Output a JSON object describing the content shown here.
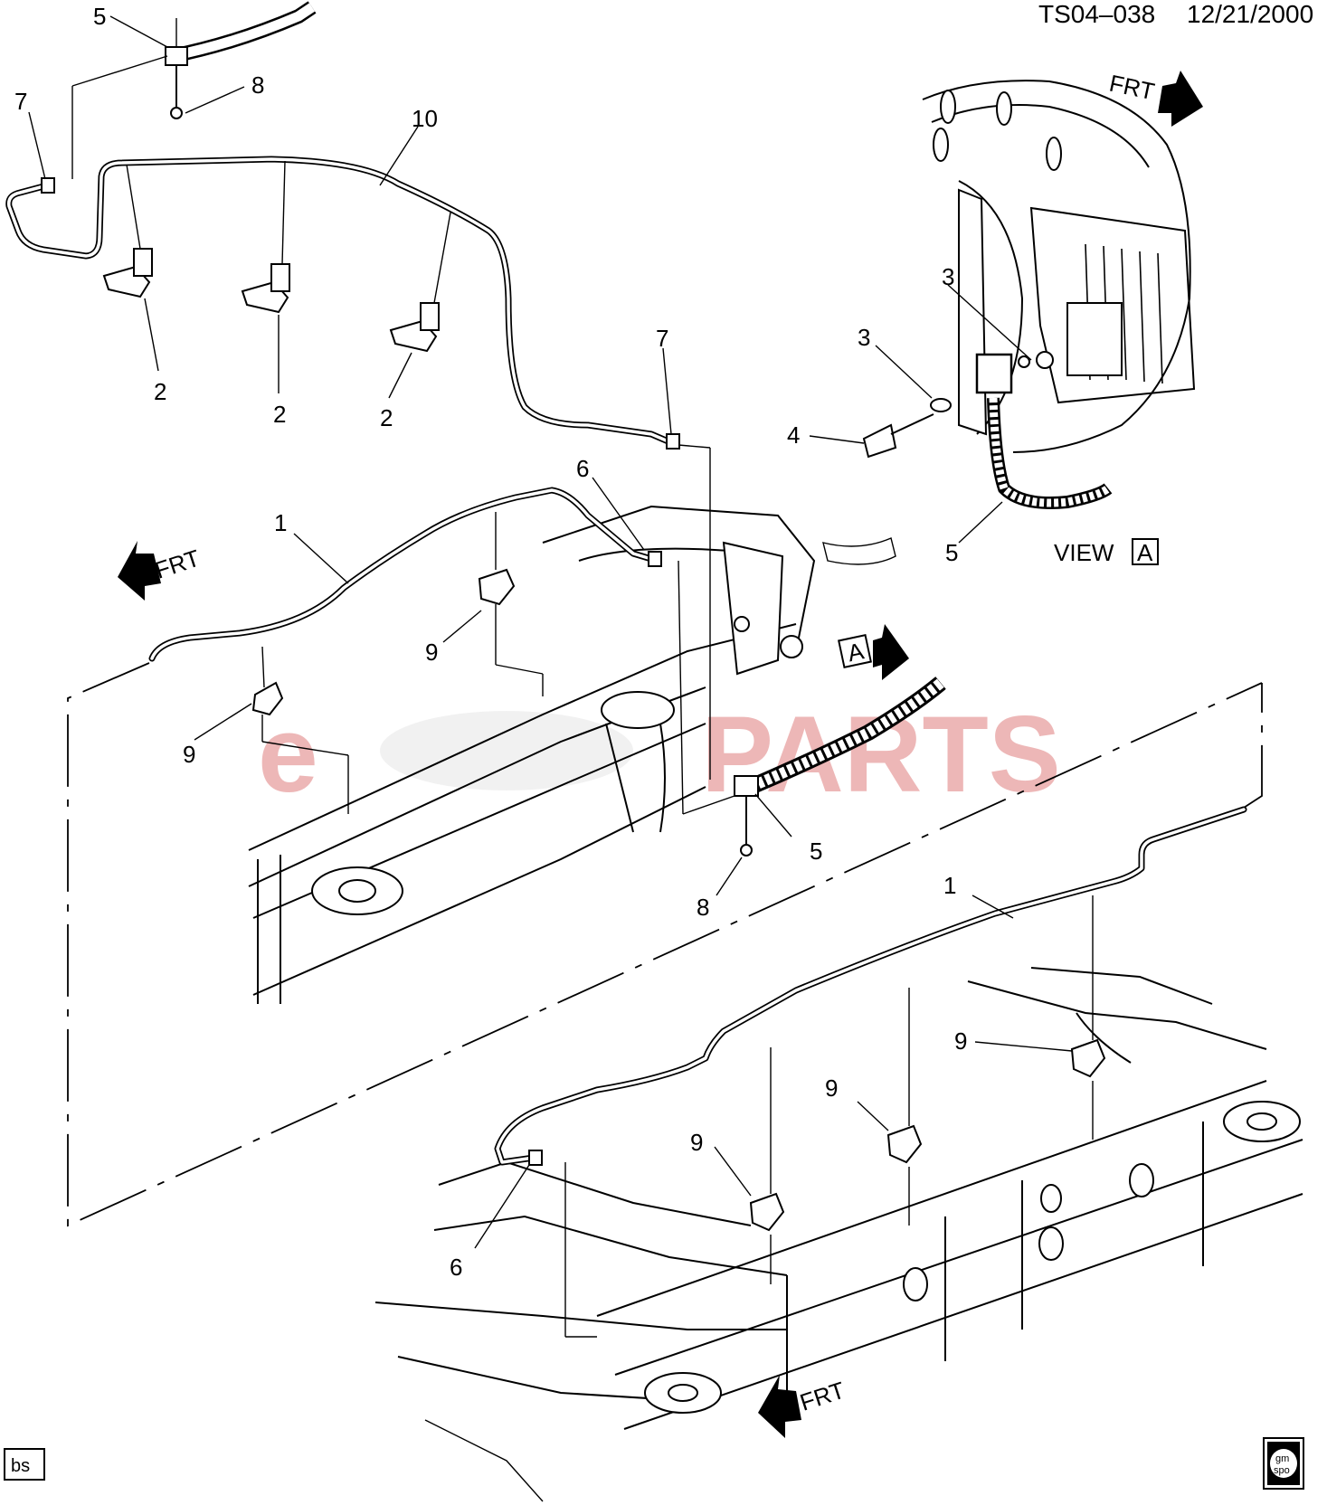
{
  "header": {
    "code": "TS04–038",
    "date": "12/21/2000"
  },
  "labels": {
    "l5_top": "5",
    "l8_top": "8",
    "l7_left": "7",
    "l10": "10",
    "l2_a": "2",
    "l2_b": "2",
    "l2_c": "2",
    "l7_mid": "7",
    "l6_mid": "6",
    "l1_upper": "1",
    "l9_a": "9",
    "l9_b": "9",
    "l5_mid": "5",
    "l8_mid": "8",
    "l3_a": "3",
    "l3_b": "3",
    "l4": "4",
    "l5_view": "5",
    "l1_lower": "1",
    "l9_c": "9",
    "l9_d": "9",
    "l9_e": "9",
    "l6_low": "6"
  },
  "frt": {
    "top_right": "FRT",
    "mid_left": "FRT",
    "bottom": "FRT"
  },
  "view": {
    "label": "VIEW",
    "letter": "A",
    "callout": "A"
  },
  "watermark": {
    "text_a": "e",
    "text_b": "PARTS",
    "color_a": "#e8a0a0",
    "color_b": "#e8a0a0"
  },
  "footer": {
    "left_tag": "bs",
    "logo_a": "gm",
    "logo_b": "spo"
  }
}
